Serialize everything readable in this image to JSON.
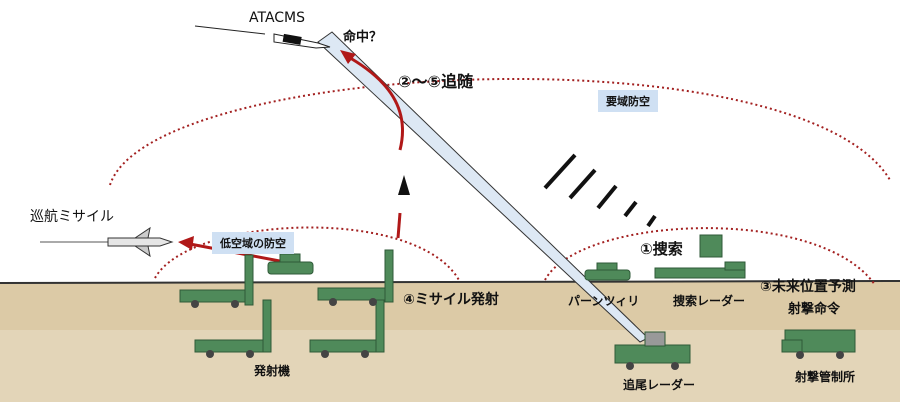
{
  "labels": {
    "atacms": "ATACMS",
    "hit": "命中？",
    "tracking": "②〜⑤追随",
    "area_defense": "要域防空",
    "cruise_missile": "巡航ミサイル",
    "low_altitude_defense": "低空域の防空",
    "search": "①捜索",
    "missile_launch": "④ミサイル発射",
    "pantsir": "パーンツィリ",
    "search_radar": "捜索レーダー",
    "prediction_line1": "③未来位置予測",
    "prediction_line2": "射撃命令",
    "launcher": "発射機",
    "tracking_radar": "追尾レーダー",
    "fire_control": "射撃管制所"
  },
  "colors": {
    "ground": "#d9c7a3",
    "dome": "#a32020",
    "arrow": "#b01818",
    "beam": "#dde8f4",
    "vehicle": "#4f8a5a",
    "label_box": "#cfe0f3"
  }
}
